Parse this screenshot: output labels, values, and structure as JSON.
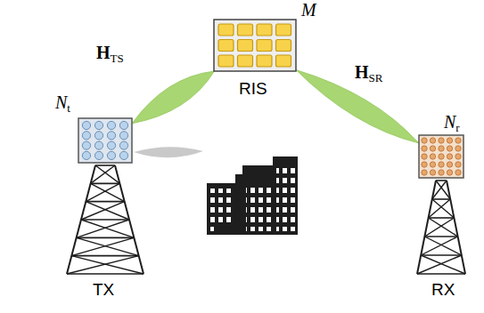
{
  "diagram": {
    "nodes": [
      {
        "text": [
          "Nt",
          "TX"
        ]
      },
      {
        "text": [
          "M",
          "RIS"
        ]
      },
      {
        "text": [
          "Nr",
          "RX"
        ]
      }
    ],
    "edges": [
      {
        "from": 0,
        "to": 1,
        "arrow": "none",
        "label": "HTS"
      },
      {
        "from": 1,
        "to": 2,
        "arrow": "none",
        "label": "HSR"
      }
    ]
  }
}
